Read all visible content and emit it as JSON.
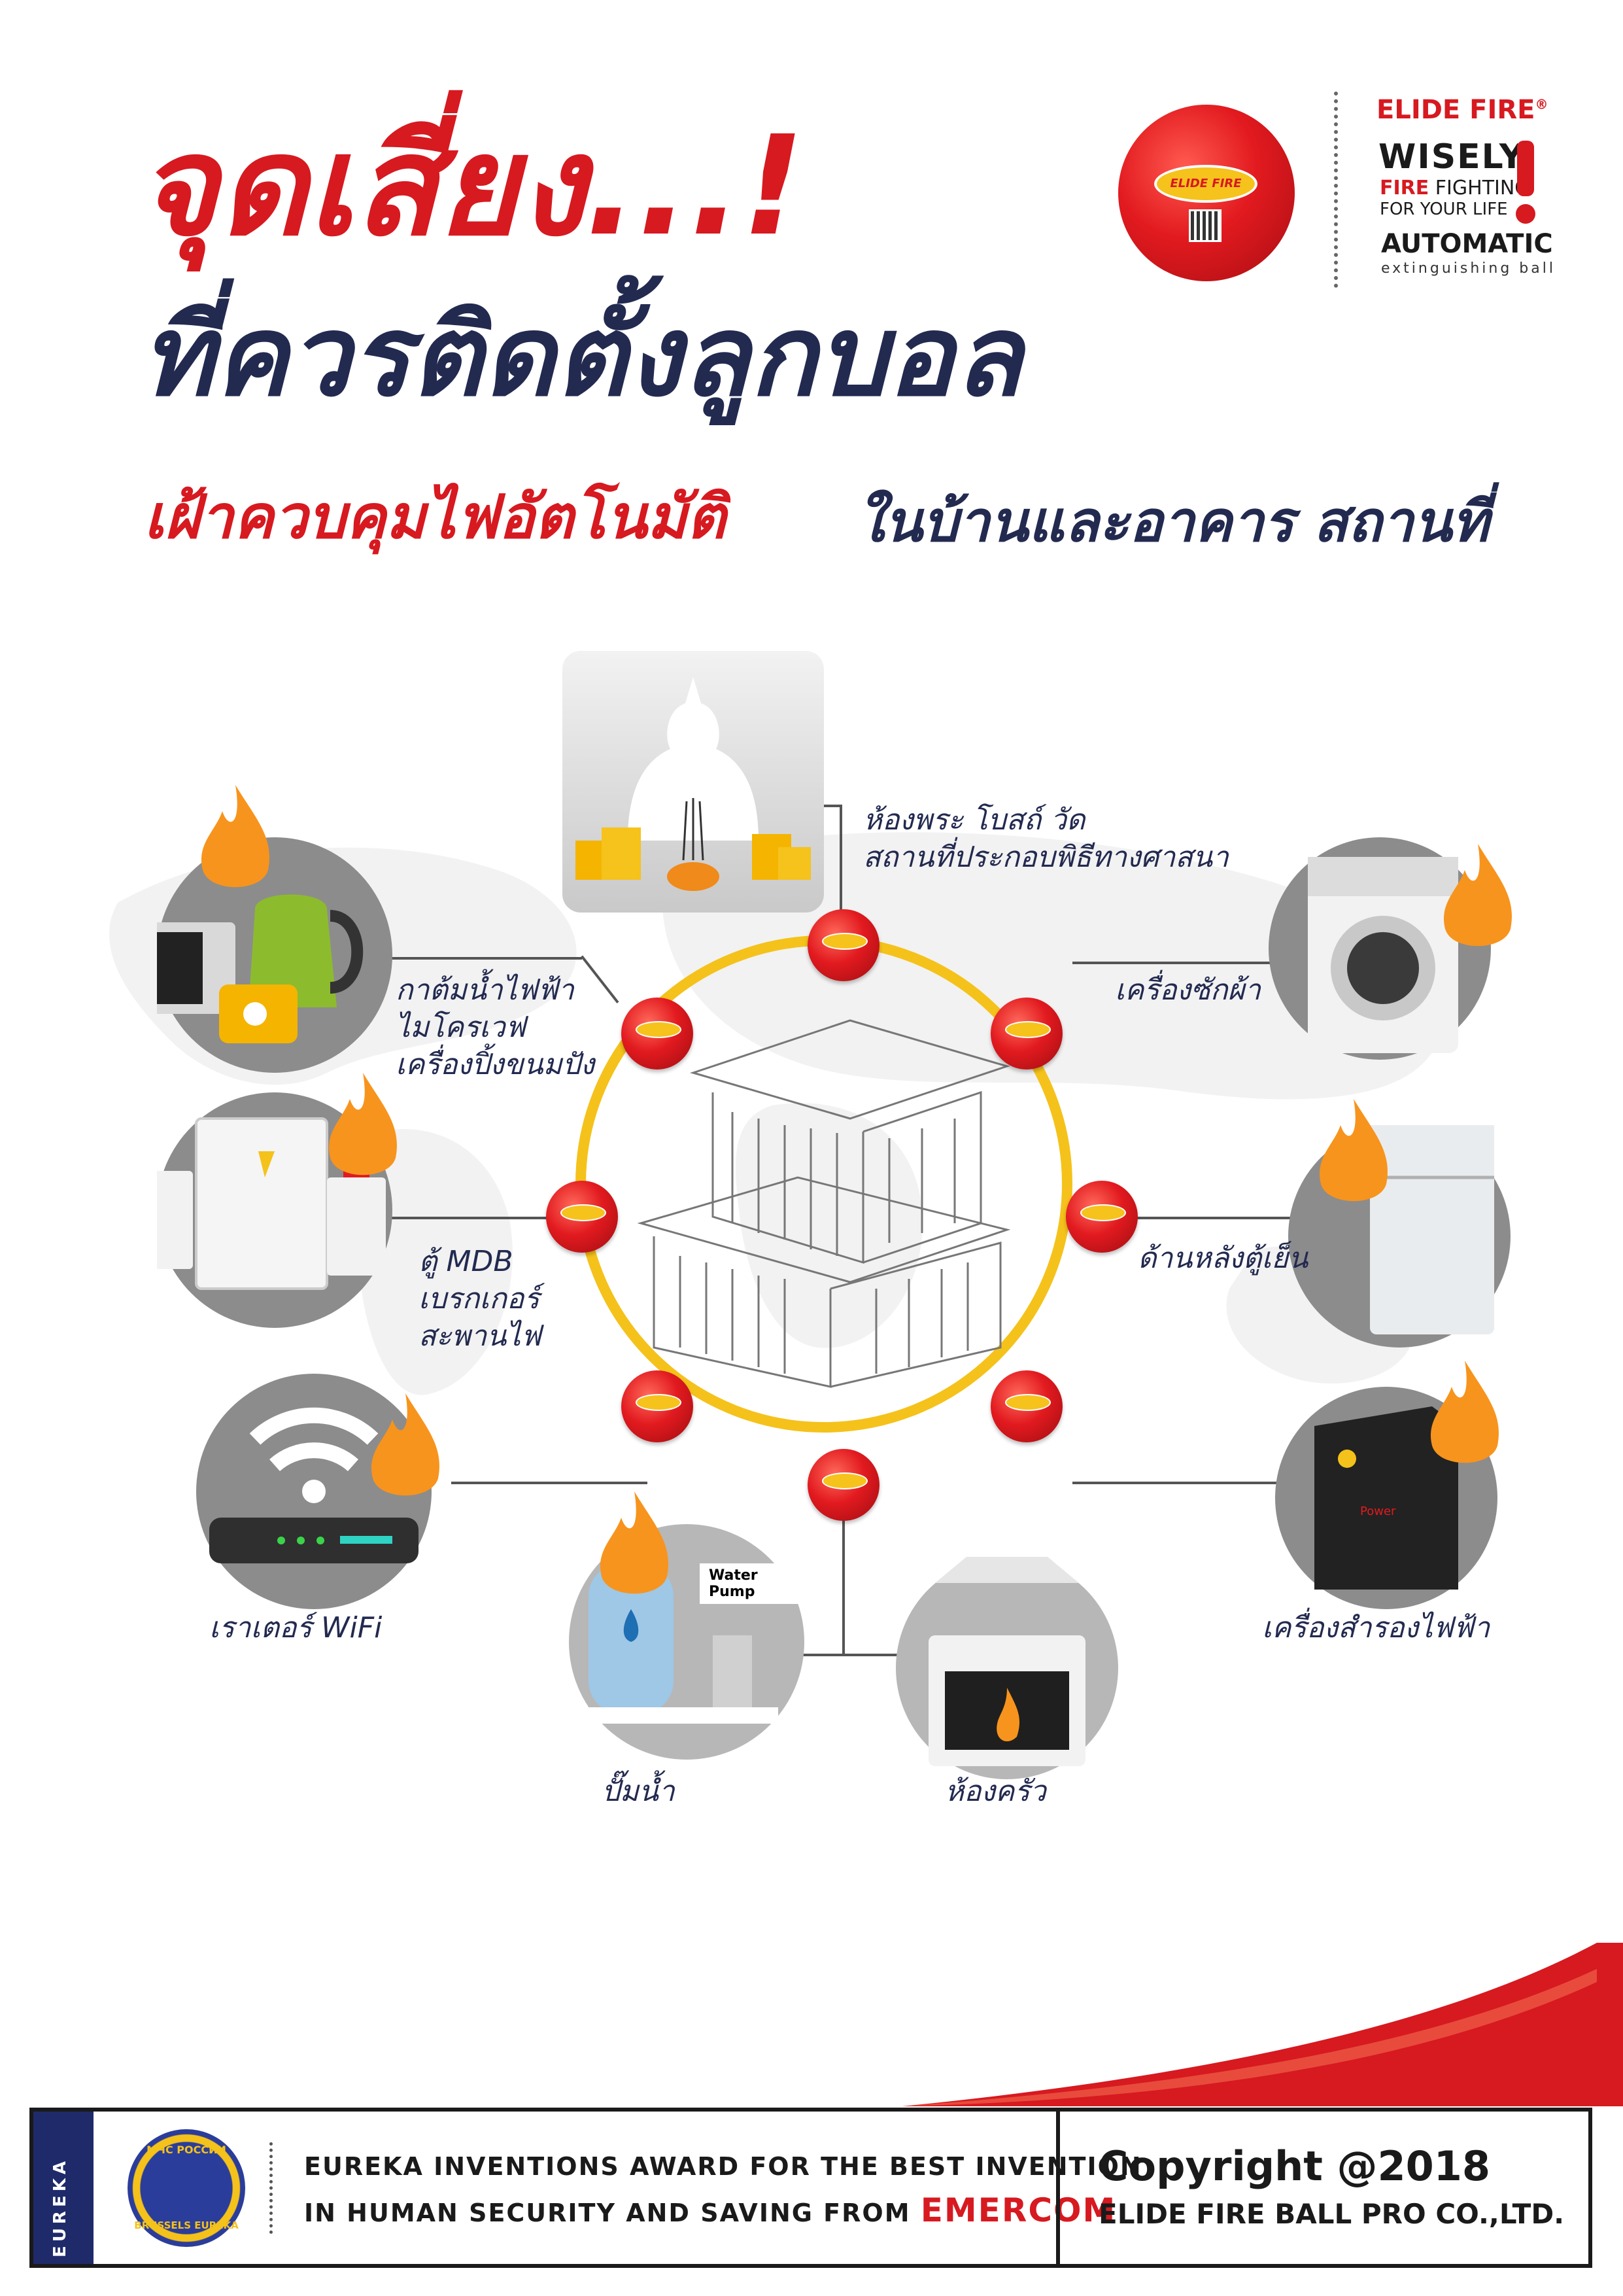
{
  "headline": {
    "line1": "จุดเสี่ยง...!",
    "line2": "ที่ควรติดตั้งลูกบอล",
    "line3_red": "เฝ้าควบคุมไฟอัตโนมัติ",
    "line3_dark": "ในบ้านและอาคาร สถานที่"
  },
  "brand": {
    "name": "ELIDE FIRE",
    "registered": "®",
    "wisely": "WISELY",
    "fire": "FIRE",
    "fighting": " FIGHTING",
    "for_life": "FOR YOUR LIFE",
    "automatic": "AUTOMATIC",
    "extinguishing": "extinguishing ball",
    "ball_label": "ELIDE FIRE"
  },
  "spots": [
    {
      "id": "shrine",
      "label": "ห้องพระ โบสถ์ วัด\nสถานที่ประกอบพิธีทางศาสนา"
    },
    {
      "id": "kitchen-appliances",
      "label": "กาต้มน้ำไฟฟ้า\nไมโครเวฟ\nเครื่องปิ้งขนมปัง"
    },
    {
      "id": "washer",
      "label": "เครื่องซักผ้า"
    },
    {
      "id": "mdb",
      "label": "ตู้ MDB\nเบรกเกอร์\nสะพานไฟ"
    },
    {
      "id": "fridge",
      "label": "ด้านหลังตู้เย็น"
    },
    {
      "id": "router",
      "label": "เราเตอร์ WiFi"
    },
    {
      "id": "ups",
      "label": "เครื่องสำรองไฟฟ้า"
    },
    {
      "id": "pump",
      "label": "ปั๊มน้ำ"
    },
    {
      "id": "kitchen",
      "label": "ห้องครัว"
    }
  ],
  "pump_tag": "Water Pump",
  "ups_brand": "Power",
  "footer": {
    "strip": "EUREKA",
    "award_line1": "EUREKA INVENTIONS AWARD FOR THE BEST INVENTION",
    "award_line2": "IN HUMAN SECURITY AND SAVING FROM ",
    "award_emph": "EMERCOM",
    "medal_top": "MЧС РОССИИ",
    "medal_bottom": "BRUSSELS EUREKA",
    "copyright": "Copyright @2018",
    "company": "ELIDE FIRE BALL PRO CO.,LTD."
  },
  "colors": {
    "red": "#d71920",
    "navy": "#232a50",
    "yellow": "#f4c21a",
    "gray": "#8c8c8c"
  }
}
